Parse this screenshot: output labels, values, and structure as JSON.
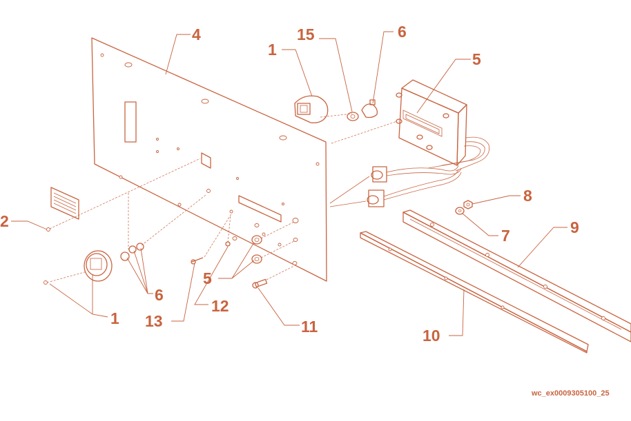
{
  "diagram": {
    "callouts": [
      "1",
      "2",
      "4",
      "5",
      "6",
      "15",
      "1",
      "5",
      "6",
      "7",
      "8",
      "9",
      "10",
      "11",
      "12",
      "13"
    ],
    "reference_code": "wc_ex0009305100_25"
  },
  "colors": {
    "line": "#c8633f",
    "background": "#ffffff"
  }
}
